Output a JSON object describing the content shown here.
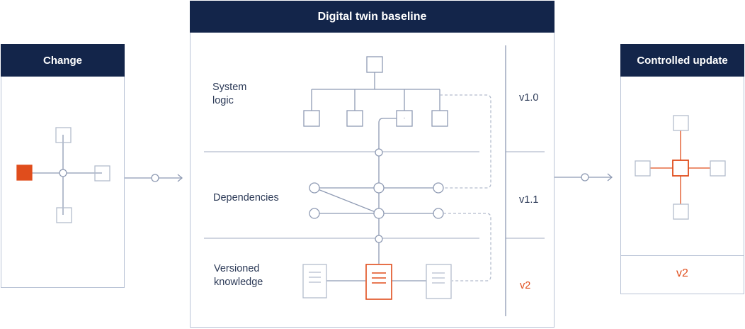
{
  "change_panel": {
    "title": "Change"
  },
  "baseline_panel": {
    "title": "Digital twin baseline",
    "rows": [
      {
        "label_line1": "System",
        "label_line2": "logic"
      },
      {
        "label_line1": "Dependencies",
        "label_line2": ""
      },
      {
        "label_line1": "Versioned",
        "label_line2": "knowledge"
      }
    ],
    "versions": [
      "v1.0",
      "v1.1",
      "v2"
    ]
  },
  "update_panel": {
    "title": "Controlled update",
    "version": "v2"
  },
  "colors": {
    "header_bg": "#13254a",
    "line": "#8e9ab3",
    "border": "#b9c3d6",
    "accent": "#e04d1c",
    "text": "#2c3a57"
  }
}
